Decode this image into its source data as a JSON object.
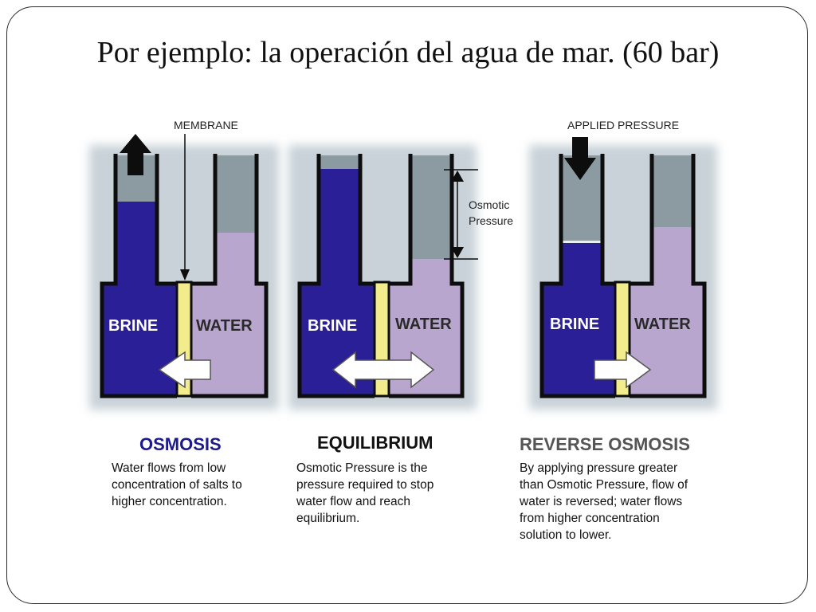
{
  "title": "Por ejemplo: la operación del agua de mar. (60 bar)",
  "callouts": {
    "membrane": "MEMBRANE",
    "applied_pressure": "APPLIED PRESSURE",
    "osmotic_pressure_line1": "Osmotic",
    "osmotic_pressure_line2": "Pressure"
  },
  "panels": [
    {
      "brine_label": "BRINE",
      "water_label": "WATER",
      "heading": "OSMOSIS",
      "description": [
        "Water flows from low",
        "concentration of salts to",
        "higher concentration."
      ]
    },
    {
      "brine_label": "BRINE",
      "water_label": "WATER",
      "heading": "EQUILIBRIUM",
      "description": [
        "Osmotic Pressure is the",
        "pressure required to stop",
        "water flow and reach",
        "equilibrium."
      ]
    },
    {
      "brine_label": "BRINE",
      "water_label": "WATER",
      "heading": "REVERSE OSMOSIS",
      "description": [
        "By applying pressure greater",
        "than Osmotic Pressure, flow of",
        "water is reversed; water flows",
        "from higher concentration",
        "solution to lower."
      ]
    }
  ],
  "colors": {
    "brine": "#2a1f96",
    "water": "#b9a6cf",
    "membrane": "#f2ec8c",
    "empty_tube": "#8c9aa2",
    "vessel_wall": "#0d0d0d",
    "halo": "#c8d2d8",
    "heading_osmosis": "#1e1a8a",
    "heading_equilibrium": "#111111",
    "heading_reverse": "#555555"
  }
}
